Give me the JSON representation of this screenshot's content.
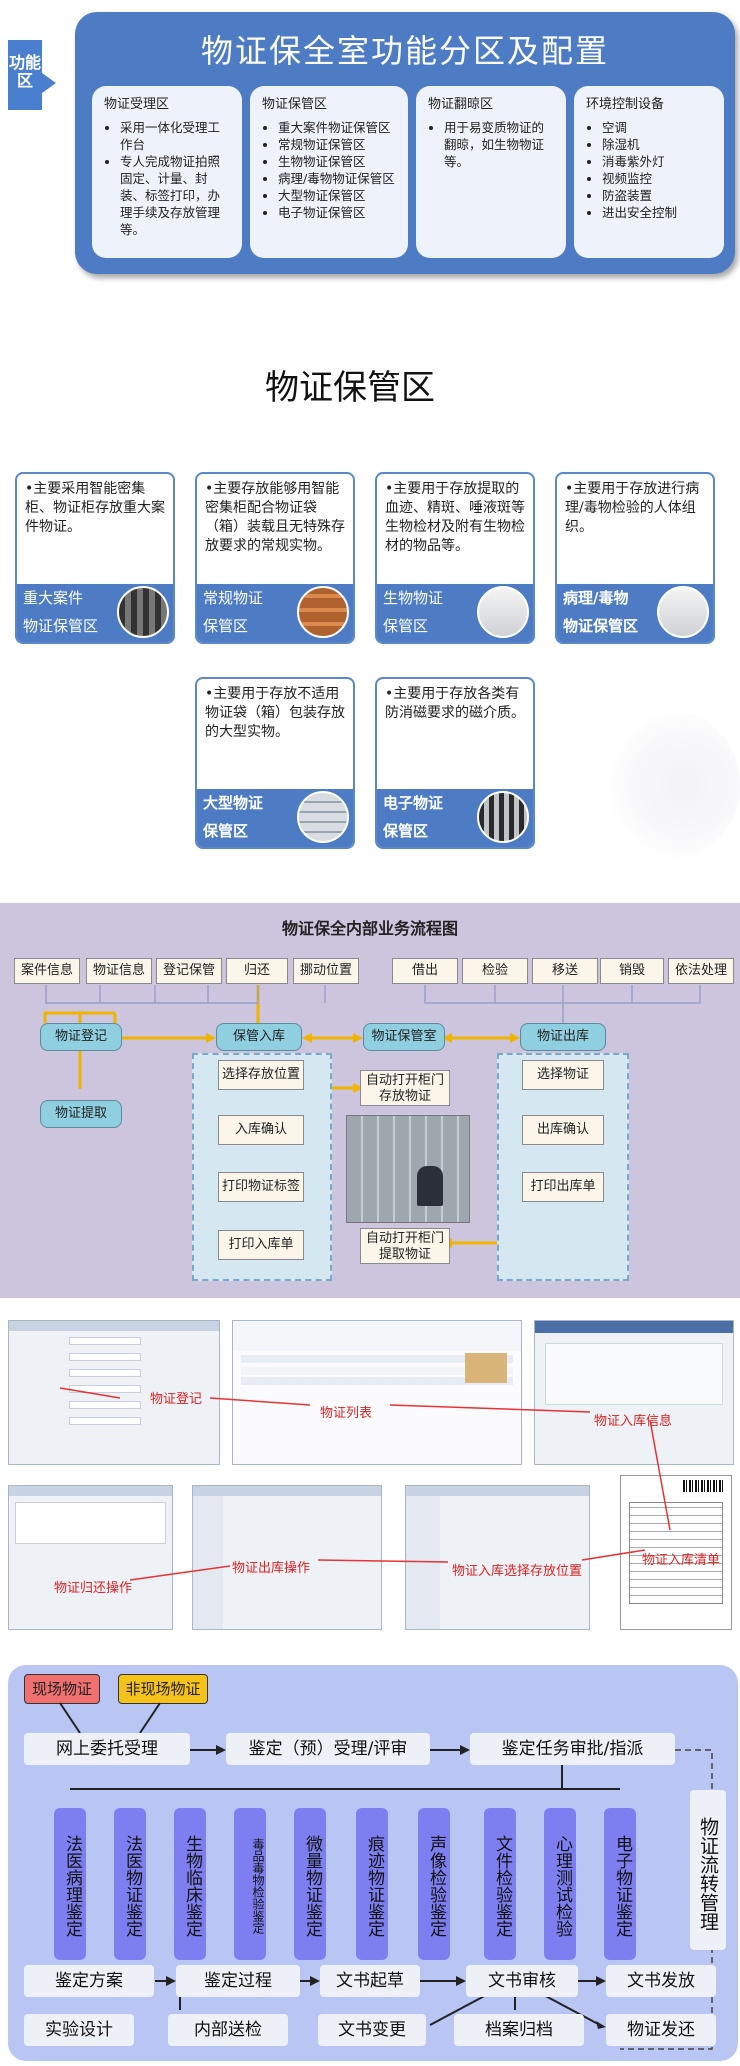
{
  "zones": {
    "side_tag": "功能区",
    "title": "物证保全室功能分区及配置",
    "cards": [
      {
        "title": "物证受理区",
        "items": [
          "采用一体化受理工作台",
          "专人完成物证拍照固定、计量、封装、标签打印，办理手续及存放管理等。"
        ]
      },
      {
        "title": "物证保管区",
        "items": [
          "重大案件物证保管区",
          "常规物证保管区",
          "生物物证保管区",
          "病理/毒物物证保管区",
          "大型物证保管区",
          "电子物证保管区"
        ]
      },
      {
        "title": "物证翻晾区",
        "items": [
          "用于易变质物证的翻晾，如生物物证等。"
        ]
      },
      {
        "title": "环境控制设备",
        "items": [
          "空调",
          "除湿机",
          "消毒紫外灯",
          "视频监控",
          "防盗装置",
          "进出安全控制"
        ]
      }
    ]
  },
  "storage": {
    "title": "物证保管区",
    "cards": [
      {
        "text": "•主要采用智能密集柜、物证柜存放重大案件物证。",
        "band1": "重大案件",
        "band2": "物证保管区",
        "bold": false
      },
      {
        "text": "•主要存放能够用智能密集柜配合物证袋（箱）装载且无特殊存放要求的常规实物。",
        "band1": "常规物证",
        "band2": "保管区",
        "bold": false
      },
      {
        "text": "•主要用于存放提取的血迹、精斑、唾液斑等生物检材及附有生物检材的物品等。",
        "band1": "生物物证",
        "band2": "保管区",
        "bold": false
      },
      {
        "text": "•主要用于存放进行病理/毒物检验的人体组织。",
        "band1": "病理/毒物",
        "band2": "物证保管区",
        "bold": true
      },
      {
        "text": "•主要用于存放不适用物证袋（箱）包装存放的大型实物。",
        "band1": "大型物证",
        "band2": "保管区",
        "bold": true
      },
      {
        "text": "•主要用于存放各类有防消磁要求的磁介质。",
        "band1": "电子物证",
        "band2": "保管区",
        "bold": true
      }
    ]
  },
  "flow": {
    "title": "物证保全内部业务流程图",
    "top_left": [
      "案件信息",
      "物证信息",
      "登记保管",
      "归还",
      "挪动位置"
    ],
    "top_right": [
      "借出",
      "检验",
      "移送",
      "销毁",
      "依法处理"
    ],
    "register": "物证登记",
    "extract": "物证提取",
    "in_store": "保管入库",
    "room": "物证保管室",
    "out_store": "物证出库",
    "in_steps": [
      "选择存放位置",
      "入库确认",
      "打印物证标签",
      "打印入库单"
    ],
    "out_steps": [
      "选择物证",
      "出库确认",
      "打印出库单"
    ],
    "auto_store": "自动打开柜门\n存放物证",
    "auto_take": "自动打开柜门\n提取物证"
  },
  "screens": {
    "labels": [
      "物证登记",
      "物证列表",
      "物证入库信息",
      "物证入库清单",
      "物证入库选择存放位置",
      "物证出库操作",
      "物证归还操作"
    ]
  },
  "process": {
    "tag_scene": "现场物证",
    "tag_nonscene": "非现场物证",
    "row1": [
      "网上委托受理",
      "鉴定（预）受理/评审",
      "鉴定任务审批/指派"
    ],
    "purple": [
      "法医病理鉴定",
      "法医物证鉴定",
      "生物临床鉴定",
      "毒品毒物检验鉴定",
      "微量物证鉴定",
      "痕迹物证鉴定",
      "声像检验鉴定",
      "文件检验鉴定",
      "心理测试检验",
      "电子物证鉴定"
    ],
    "side": "物证流转管理",
    "row3": [
      "鉴定方案",
      "鉴定过程",
      "文书起草",
      "文书审核",
      "文书发放"
    ],
    "row4": [
      "实验设计",
      "内部送检",
      "文书变更",
      "档案归档",
      "物证发还"
    ]
  },
  "colors": {
    "blue": "#4d7cc4",
    "purple": "#7d7ff0",
    "flow_bg": "#cdc5dd",
    "teal": "#8fcfe0",
    "red_tag": "#f07070",
    "yellow_tag": "#f5c21a"
  }
}
